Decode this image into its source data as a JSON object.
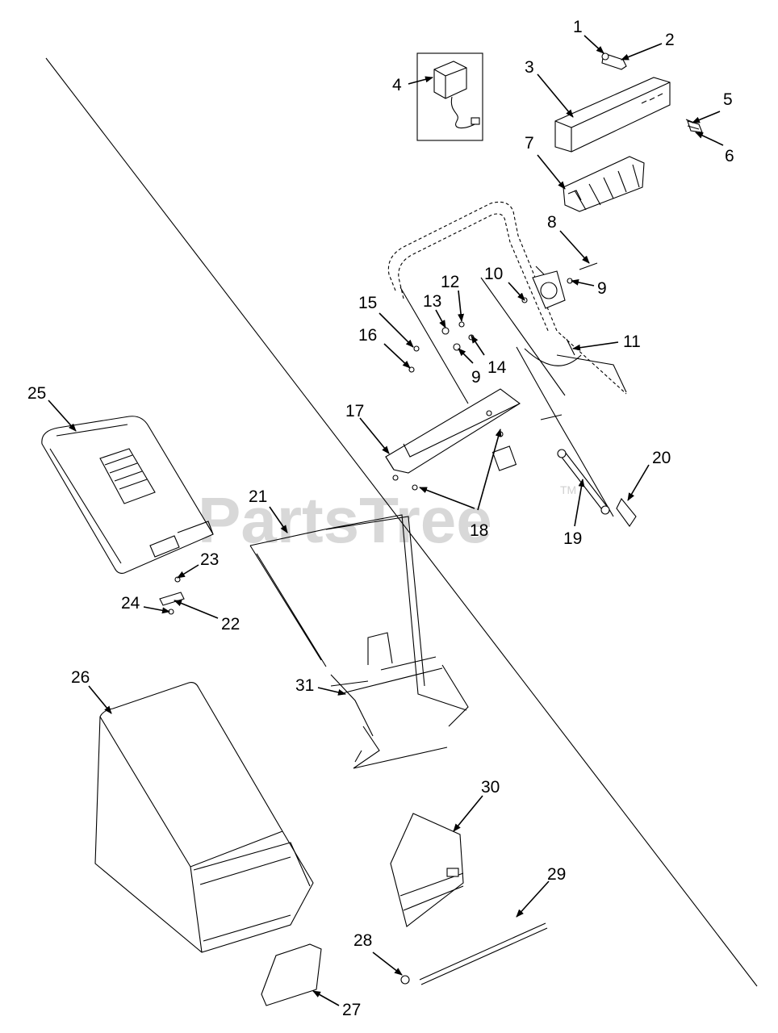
{
  "watermark": {
    "text": "PartsTree",
    "tm": "TM"
  },
  "callouts": [
    {
      "id": "c1",
      "text": "1"
    },
    {
      "id": "c2",
      "text": "2"
    },
    {
      "id": "c3",
      "text": "3"
    },
    {
      "id": "c4",
      "text": "4"
    },
    {
      "id": "c5",
      "text": "5"
    },
    {
      "id": "c6",
      "text": "6"
    },
    {
      "id": "c7",
      "text": "7"
    },
    {
      "id": "c8",
      "text": "8"
    },
    {
      "id": "c9a",
      "text": "9"
    },
    {
      "id": "c10",
      "text": "10"
    },
    {
      "id": "c11",
      "text": "11"
    },
    {
      "id": "c12",
      "text": "12"
    },
    {
      "id": "c13",
      "text": "13"
    },
    {
      "id": "c14",
      "text": "14"
    },
    {
      "id": "c9b",
      "text": "9"
    },
    {
      "id": "c15",
      "text": "15"
    },
    {
      "id": "c16",
      "text": "16"
    },
    {
      "id": "c17",
      "text": "17"
    },
    {
      "id": "c18",
      "text": "18"
    },
    {
      "id": "c19",
      "text": "19"
    },
    {
      "id": "c20",
      "text": "20"
    },
    {
      "id": "c21",
      "text": "21"
    },
    {
      "id": "c22",
      "text": "22"
    },
    {
      "id": "c23",
      "text": "23"
    },
    {
      "id": "c24",
      "text": "24"
    },
    {
      "id": "c25",
      "text": "25"
    },
    {
      "id": "c26",
      "text": "26"
    },
    {
      "id": "c27",
      "text": "27"
    },
    {
      "id": "c28",
      "text": "28"
    },
    {
      "id": "c29",
      "text": "29"
    },
    {
      "id": "c30",
      "text": "30"
    },
    {
      "id": "c31",
      "text": "31"
    }
  ]
}
